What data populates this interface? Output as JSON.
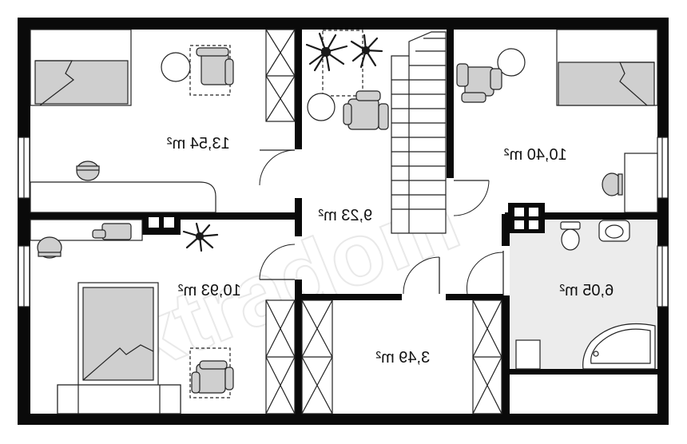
{
  "plan": {
    "rooms": [
      {
        "id": "bedroom-top-left",
        "area": "13,54 m²"
      },
      {
        "id": "bedroom-top-right",
        "area": "10,40 m²"
      },
      {
        "id": "hall",
        "area": "9,23 m²"
      },
      {
        "id": "bedroom-bottom-left",
        "area": "10,93 m²"
      },
      {
        "id": "bathroom",
        "area": "6,05 m²"
      },
      {
        "id": "storage",
        "area": "3,49 m²"
      }
    ],
    "watermark": "extradom"
  },
  "colors": {
    "wall": "#0a0a0a",
    "floor": "#ffffff",
    "furniture": "#cfcfcf",
    "bathroom_floor": "#ececec",
    "line": "#222222"
  }
}
